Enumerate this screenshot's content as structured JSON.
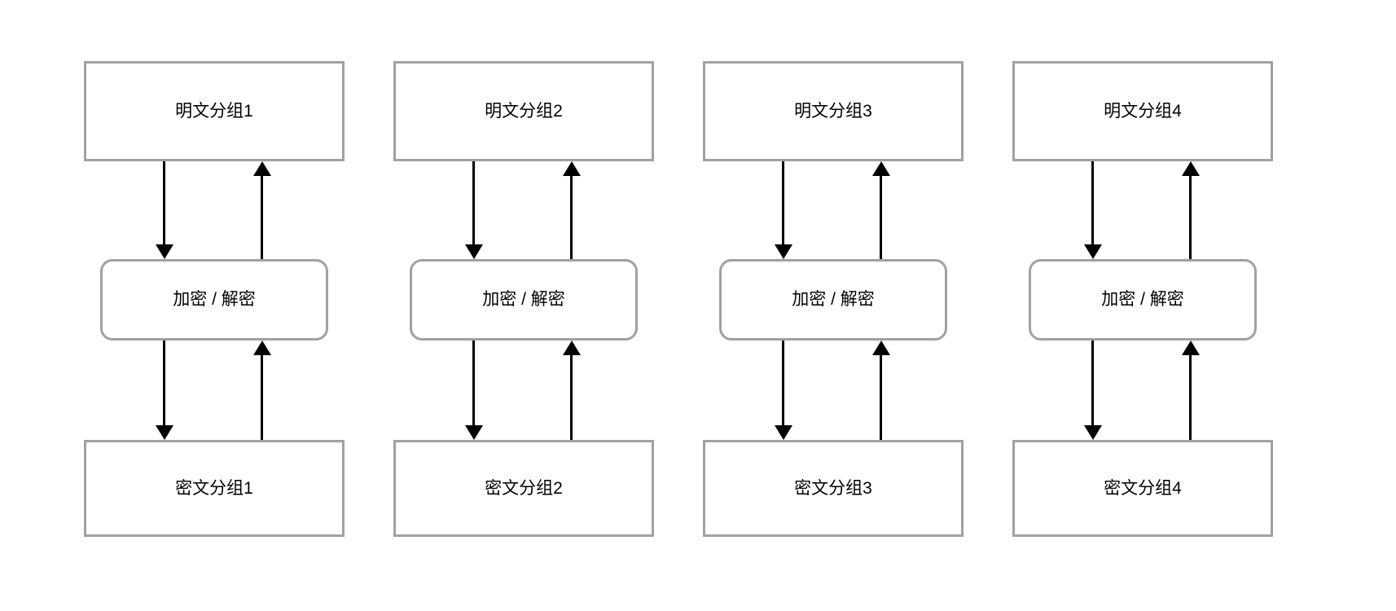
{
  "diagram": {
    "columns": [
      {
        "top": "明文分组1",
        "middle": "加密 / 解密",
        "bottom": "密文分组1"
      },
      {
        "top": "明文分组2",
        "middle": "加密 / 解密",
        "bottom": "密文分组2"
      },
      {
        "top": "明文分组3",
        "middle": "加密 / 解密",
        "bottom": "密文分组3"
      },
      {
        "top": "明文分组4",
        "middle": "加密 / 解密",
        "bottom": "密文分组4"
      }
    ],
    "colors": {
      "background": "#ffffff",
      "box_border": "#a1a1a1",
      "arrow": "#000000",
      "text": "#000000"
    }
  }
}
